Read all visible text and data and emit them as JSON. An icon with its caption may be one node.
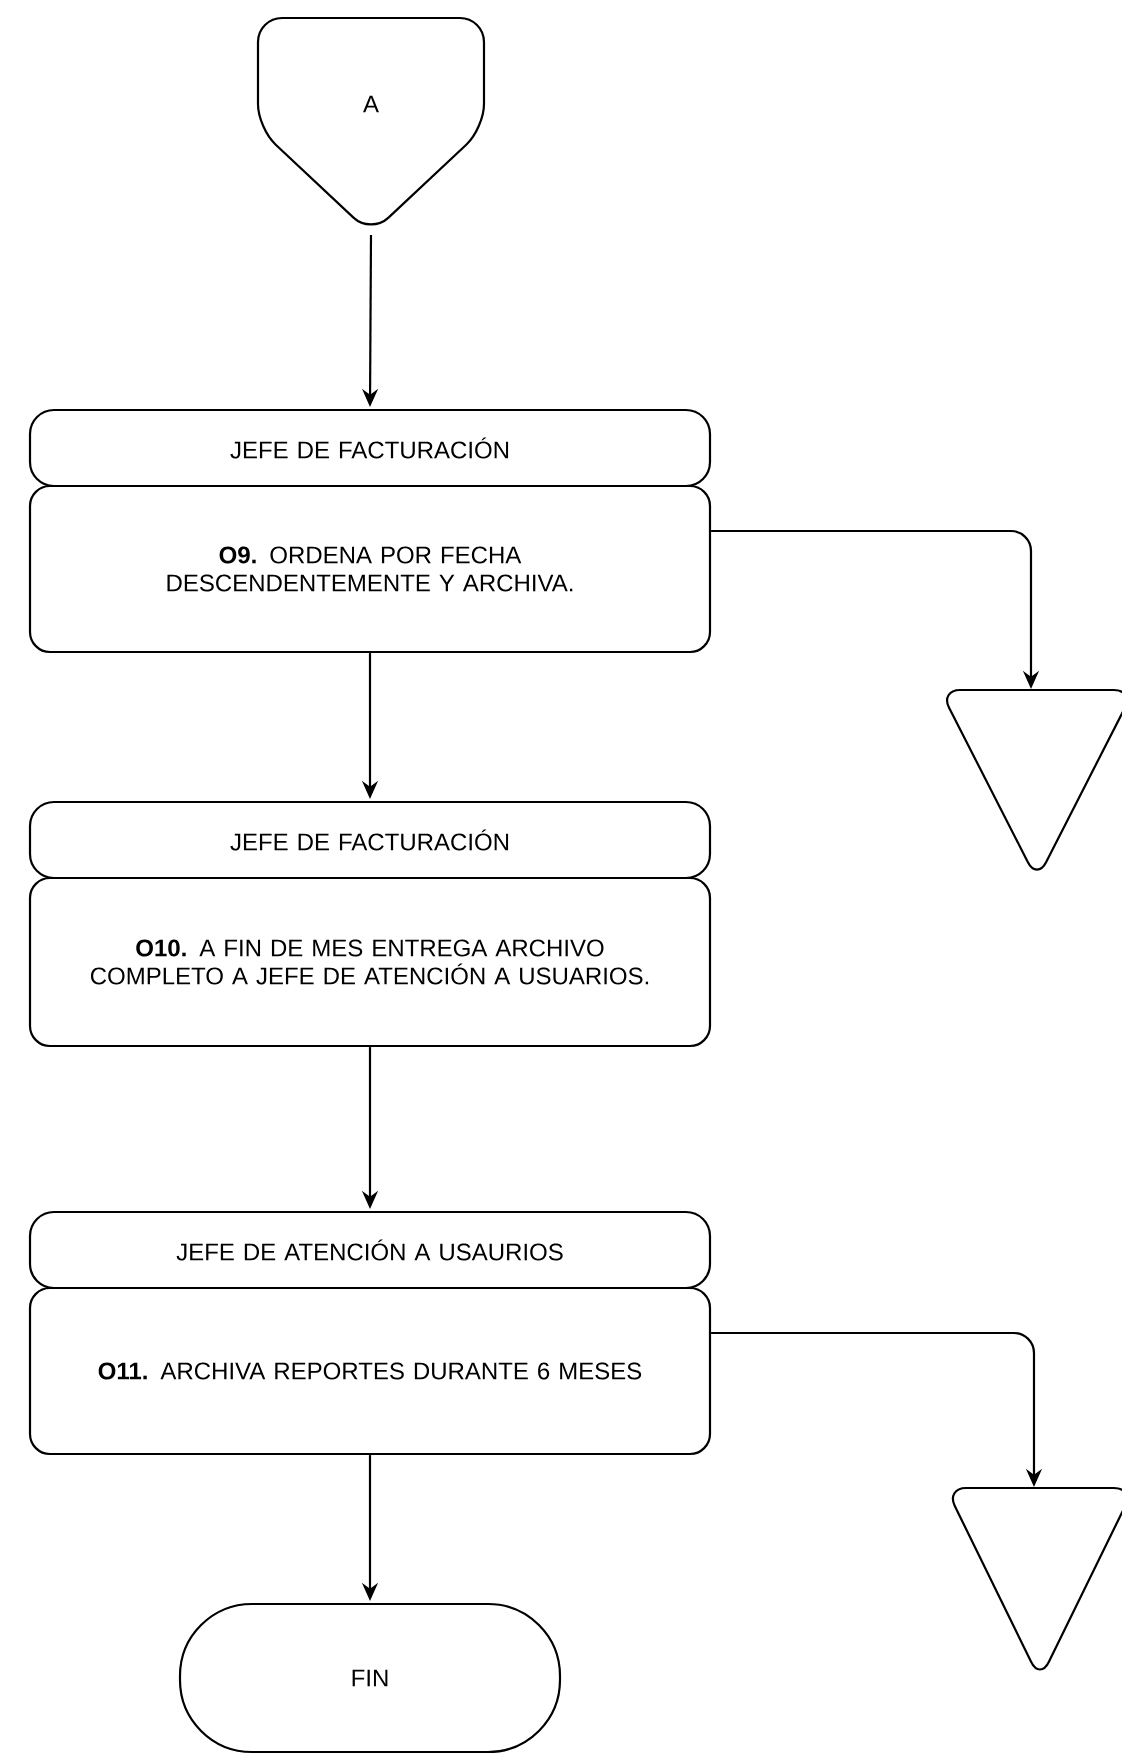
{
  "diagram": {
    "nodes": [
      {
        "text": [
          "A"
        ]
      },
      {
        "text": [
          "JEFE DE FACTURACIÓN"
        ]
      },
      {
        "text": [
          "**O9.** ORDENA POR FECHA DESCENDENTEMENTE Y ARCHIVA."
        ]
      },
      {
        "text": [],
        "shape": "triangle"
      },
      {
        "text": [
          "JEFE DE FACTURACIÓN"
        ]
      },
      {
        "text": [
          "**O10.** A FIN DE MES ENTREGA ARCHIVO COMPLETO A JEFE DE ATENCIÓN A USUARIOS."
        ]
      },
      {
        "text": [
          "JEFE DE ATENCIÓN A USAURIOS"
        ]
      },
      {
        "text": [
          "**O11.** ARCHIVA REPORTES DURANTE 6 MESES"
        ]
      },
      {
        "text": [],
        "shape": "triangle"
      },
      {
        "text": [
          "FIN"
        ]
      }
    ],
    "edges": [
      {
        "from": 0,
        "to": 1,
        "arrow": "to"
      },
      {
        "from": 2,
        "to": 3,
        "arrow": "to"
      },
      {
        "from": 2,
        "to": 4,
        "arrow": "to"
      },
      {
        "from": 5,
        "to": 6,
        "arrow": "to"
      },
      {
        "from": 7,
        "to": 8,
        "arrow": "to"
      },
      {
        "from": 7,
        "to": 9,
        "arrow": "to"
      }
    ]
  }
}
